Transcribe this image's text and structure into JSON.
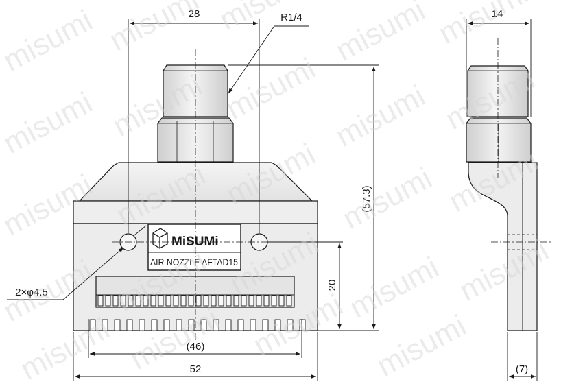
{
  "label_plate": {
    "brand": "MiSUMi",
    "product_text": "AIR NOZZLE AFTAD15"
  },
  "dimensions": {
    "hole_pitch": "28",
    "thread_size": "R1/4",
    "side_width": "14",
    "total_height": "(57.3)",
    "hole_height": "20",
    "hole_spec": "2×φ4.5",
    "slot_width": "(46)",
    "total_width": "52",
    "side_thickness": "(7)"
  },
  "watermark": {
    "text": "misumi"
  }
}
